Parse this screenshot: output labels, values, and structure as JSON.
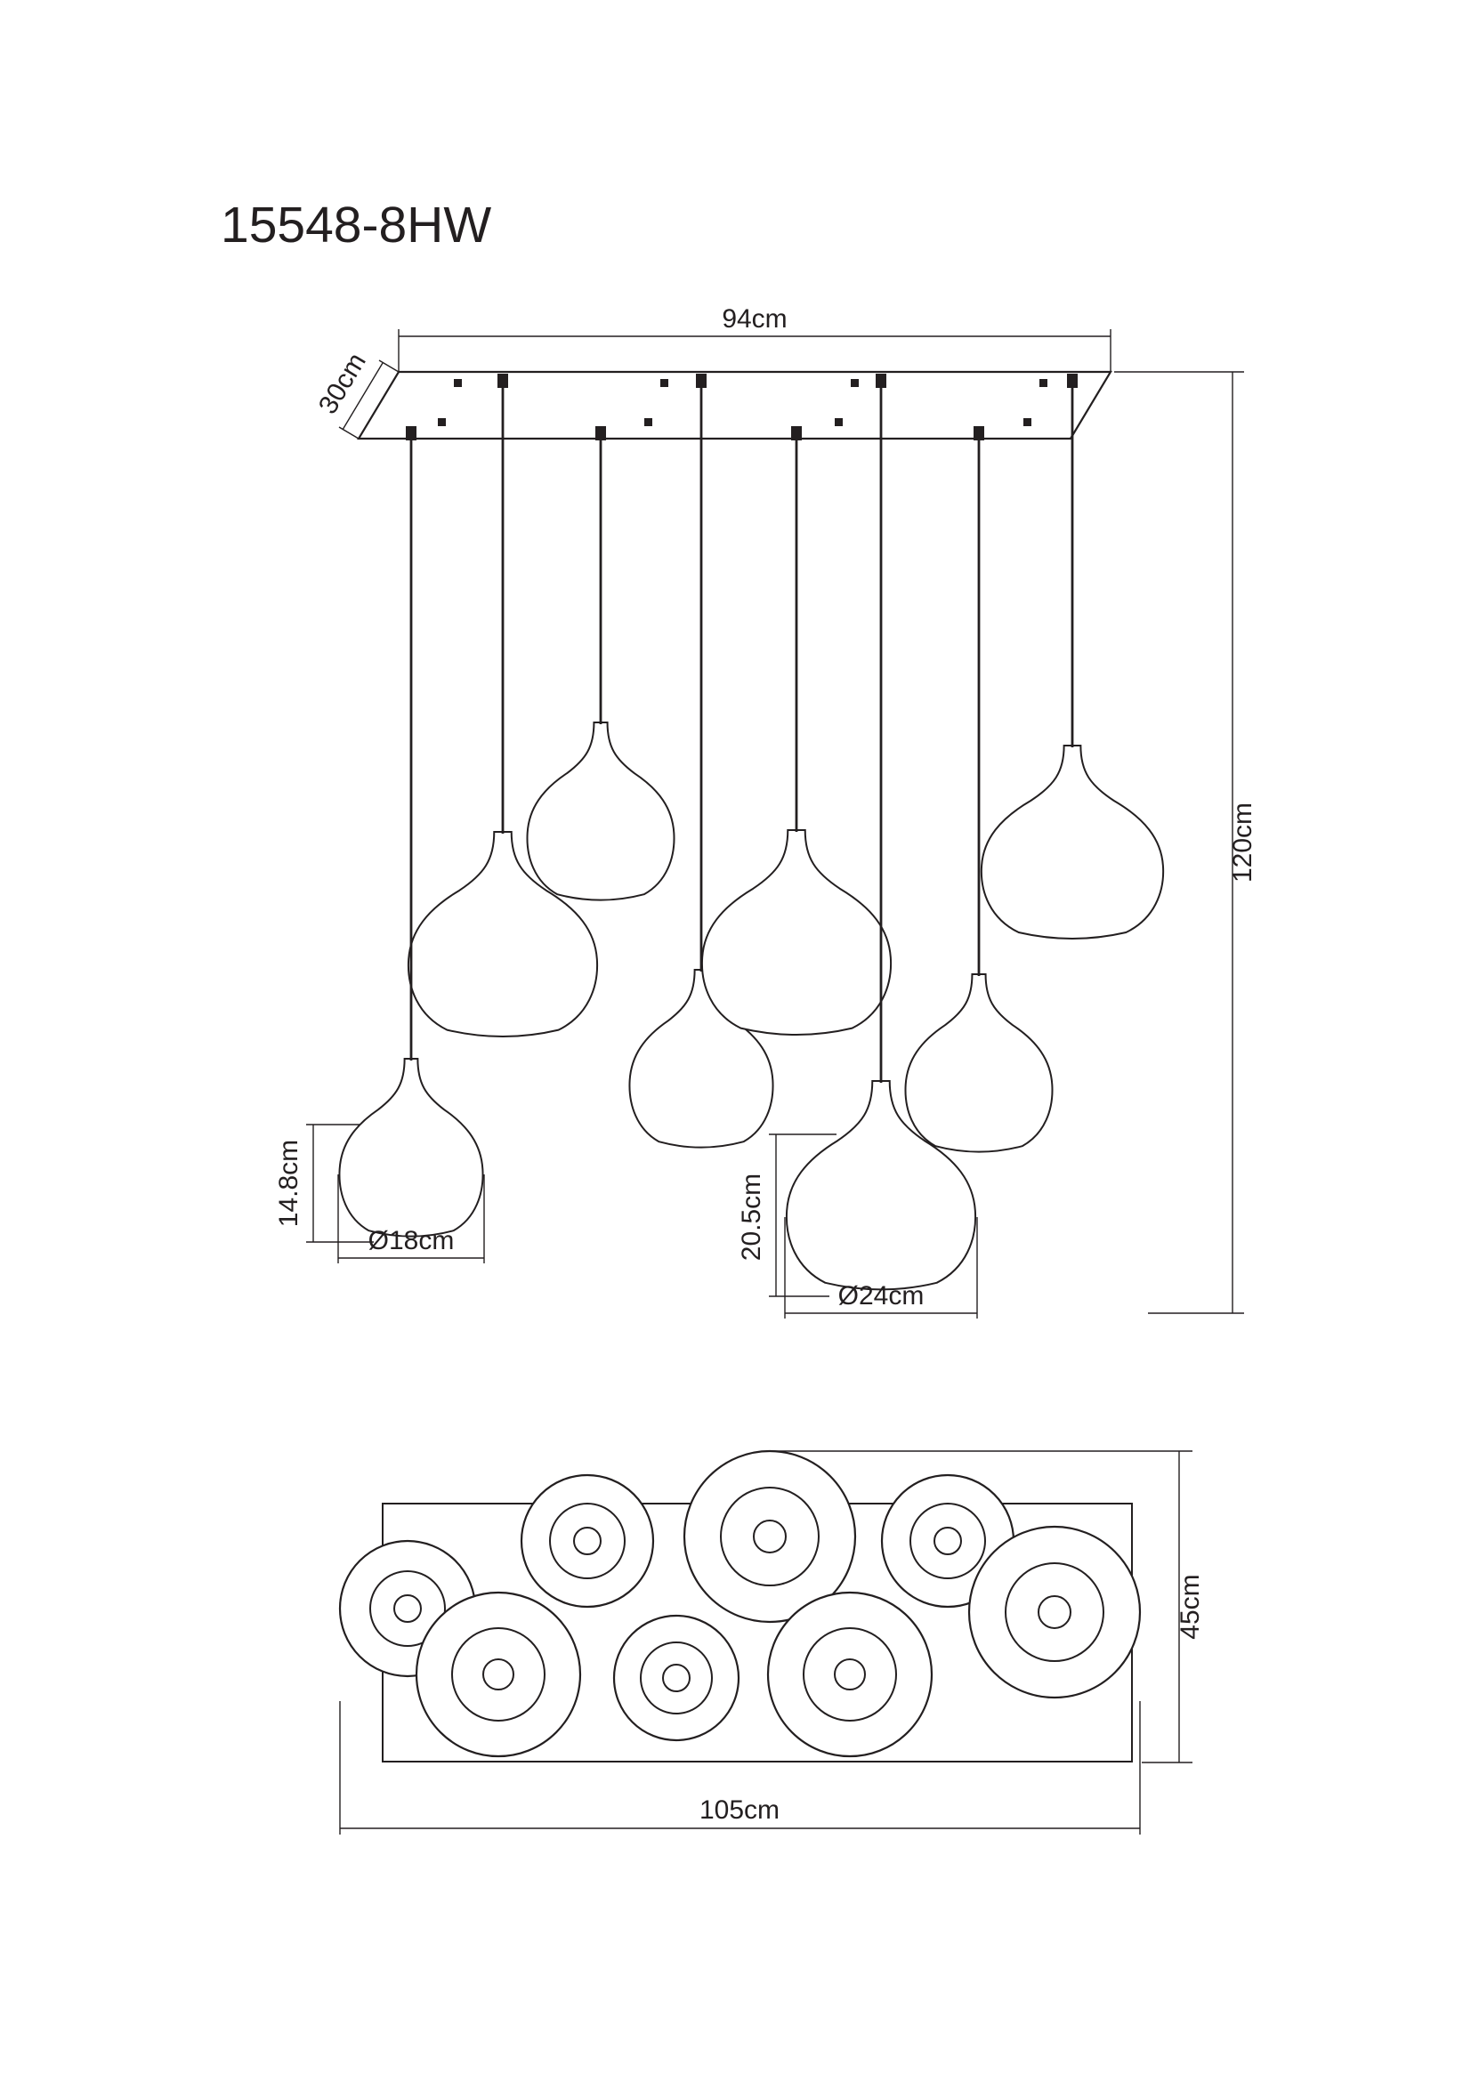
{
  "title": "15548-8HW",
  "colors": {
    "line": "#231f20",
    "background": "#ffffff"
  },
  "side_view": {
    "canopy_width": "94cm",
    "canopy_depth": "30cm",
    "overall_height": "120cm",
    "small_shade_height": "14.8cm",
    "small_shade_diameter": "Ø18cm",
    "large_shade_height": "20.5cm",
    "large_shade_diameter": "Ø24cm",
    "pendant_count": 8
  },
  "top_view": {
    "overall_width": "105cm",
    "overall_depth": "45cm"
  }
}
